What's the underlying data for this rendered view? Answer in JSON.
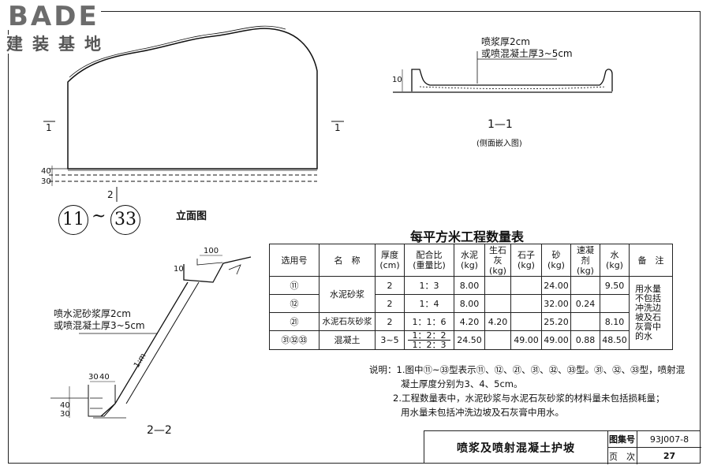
{
  "logo": {
    "brand": "BADE",
    "tagline": "建装基地"
  },
  "elevation": {
    "section_mark_left": "1",
    "section_mark_right": "1",
    "dim_30": "30",
    "dim_40": "40",
    "section_2": "2",
    "type_range_start": "11",
    "type_range_sep": "~",
    "type_range_end": "33",
    "title": "立面图"
  },
  "section11": {
    "note_line1": "喷浆厚2cm",
    "note_line2": "或喷混凝土厚3~5cm",
    "dim_10": "10",
    "title": "1—1",
    "subtitle": "(侧面嵌入图)"
  },
  "section22": {
    "dim_100": "100",
    "dim_10": "10",
    "note_line1": "喷水泥砂浆厚2cm",
    "note_line2": "或喷混凝土厚3~5cm",
    "slope": "1:m",
    "dim_30": "30",
    "dim_40": "40",
    "dim_v30": "30",
    "dim_v40": "40",
    "title": "2—2"
  },
  "table": {
    "title": "每平方米工程数量表",
    "headers": [
      "选用号",
      "名　称",
      "厚度\n(cm)",
      "配合比\n(重量比)",
      "水泥\n(kg)",
      "生石\n灰\n(kg)",
      "石子\n(kg)",
      "砂\n(kg)",
      "速凝\n剂\n(kg)",
      "水\n(kg)",
      "备　注"
    ],
    "rows": [
      {
        "id": "⑪",
        "name": "水泥砂浆",
        "thickness": "2",
        "ratio": "1：3",
        "cement": "8.00",
        "lime": "",
        "stone": "",
        "sand": "24.00",
        "accel": "",
        "water": "9.50"
      },
      {
        "id": "⑫",
        "name": "",
        "thickness": "2",
        "ratio": "1：4",
        "cement": "8.00",
        "lime": "",
        "stone": "",
        "sand": "32.00",
        "accel": "0.24",
        "water": ""
      },
      {
        "id": "㉑",
        "name": "水泥石灰砂浆",
        "thickness": "2",
        "ratio": "1：1：6",
        "cement": "4.20",
        "lime": "4.20",
        "stone": "",
        "sand": "25.20",
        "accel": "",
        "water": "8.10"
      },
      {
        "id": "㉛㉜㉝",
        "name": "混凝土",
        "thickness": "3~5",
        "ratio": "1：2：2",
        "ratio2": "1：2：3",
        "cement": "24.50",
        "lime": "",
        "stone": "49.00",
        "sand": "49.00",
        "accel": "0.88",
        "water": "48.50"
      }
    ],
    "remark": "用水量不包括冲洗边坡及石灰膏中的水"
  },
  "notes": {
    "line1": "说明：1.图中⑪~㉝型表示⑪、⑫、㉑、㉛、㉜、㉝型。㉛、㉜、㉝型，喷射混",
    "line2": "凝土厚度分别为3、4、5cm。",
    "line3": "2.工程数量表中，水泥砂浆与水泥石灰砂浆的材料量未包括损耗量；",
    "line4": "用水量未包括冲洗边坡及石灰膏中用水。"
  },
  "titleblock": {
    "title": "喷浆及喷射混凝土护坡",
    "atlas_label": "图集号",
    "atlas_value": "93J007-8",
    "page_label": "页　次",
    "page_value": "27"
  }
}
